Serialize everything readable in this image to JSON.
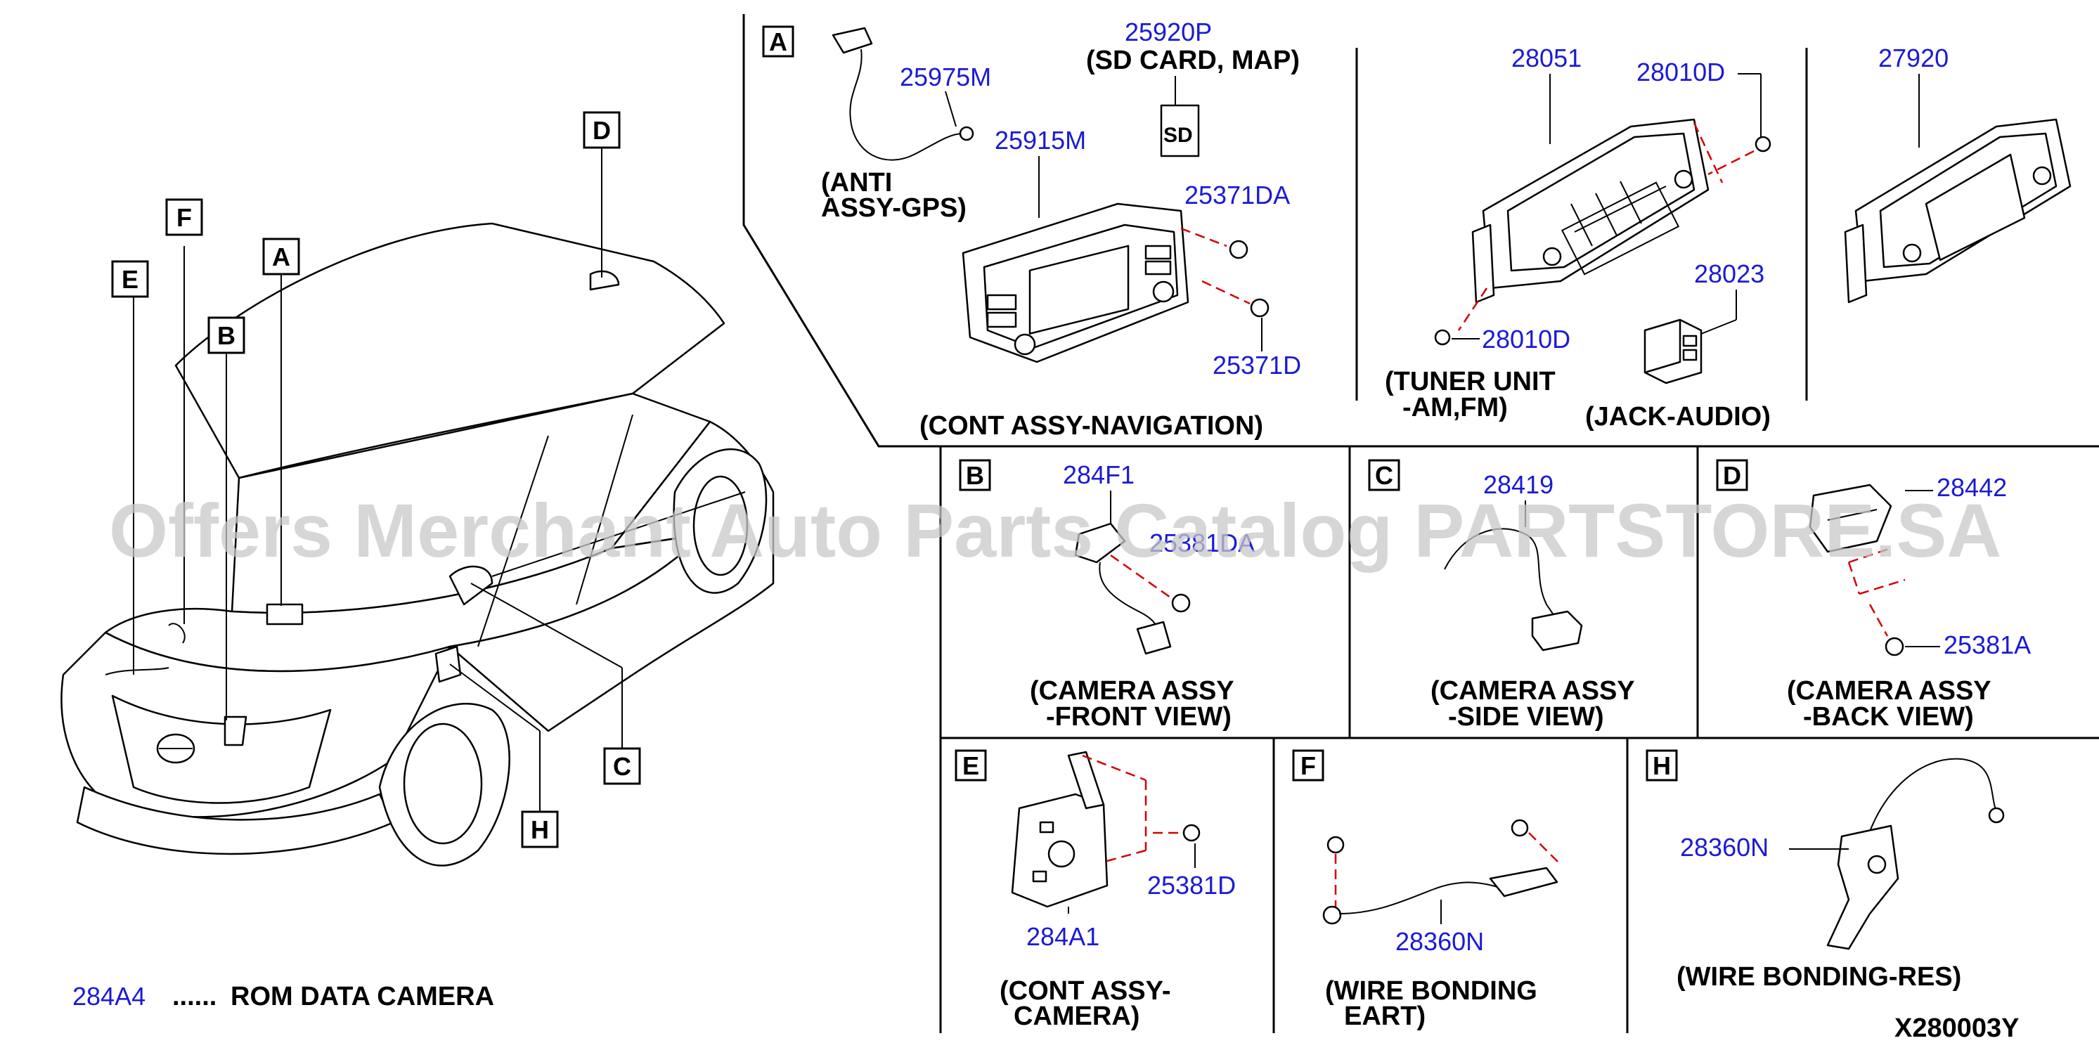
{
  "diagram_code": "X280003Y",
  "watermark": "Offers Merchant Auto Parts Catalog PARTSTORE.SA",
  "legend": {
    "part_number": "284A4",
    "dots": "......",
    "text": "ROM DATA CAMERA"
  },
  "vehicle_callouts": [
    "A",
    "B",
    "C",
    "D",
    "E",
    "F",
    "H"
  ],
  "panels": {
    "A": {
      "letter": "A",
      "parts": {
        "anti_gps": "25975M",
        "sd_card": "25920P",
        "sd_glyph": "SD",
        "nav_unit": "25915M",
        "screw_upper": "25371DA",
        "screw_lower": "25371D",
        "tuner_unit": "28051",
        "tuner_screw_upper": "28010D",
        "tuner_screw_lower": "28010D",
        "jack_audio": "28023",
        "display_unit": "27920"
      },
      "captions": {
        "anti_gps_1": "(ANTI",
        "anti_gps_2": "ASSY-GPS)",
        "sd_card": "(SD CARD, MAP)",
        "nav": "(CONT ASSY-NAVIGATION)",
        "tuner_1": "(TUNER UNIT",
        "tuner_2": "-AM,FM)",
        "jack": "(JACK-AUDIO)"
      }
    },
    "B": {
      "letter": "B",
      "parts": {
        "camera": "284F1",
        "bolt": "25381DA"
      },
      "caption_1": "(CAMERA ASSY",
      "caption_2": "-FRONT VIEW)"
    },
    "C": {
      "letter": "C",
      "parts": {
        "camera": "28419"
      },
      "caption_1": "(CAMERA ASSY",
      "caption_2": "-SIDE VIEW)"
    },
    "D": {
      "letter": "D",
      "parts": {
        "camera": "28442",
        "bolt": "25381A"
      },
      "caption_1": "(CAMERA ASSY",
      "caption_2": "-BACK VIEW)"
    },
    "E": {
      "letter": "E",
      "parts": {
        "bolt": "25381D",
        "unit": "284A1"
      },
      "caption_1": "(CONT ASSY-",
      "caption_2": "CAMERA)"
    },
    "F": {
      "letter": "F",
      "parts": {
        "wire": "28360N"
      },
      "caption_1": "(WIRE BONDING",
      "caption_2": "EART)"
    },
    "H": {
      "letter": "H",
      "parts": {
        "wire": "28360N"
      },
      "caption_1": "(WIRE BONDING-RES)"
    }
  }
}
